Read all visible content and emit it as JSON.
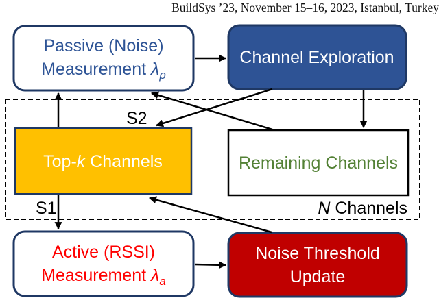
{
  "header": {
    "text": "BuildSys ’23, November 15–16, 2023, Istanbul, Turkey"
  },
  "colors": {
    "navy_border": "#1F3864",
    "blue_fill": "#2E5395",
    "blue_text": "#2E5496",
    "orange_fill": "#FFC000",
    "red_fill": "#C00000",
    "red_text": "#FF0000",
    "green_text": "#538135",
    "arrow_black": "#000000"
  },
  "nodes": {
    "passive": {
      "line1": "Passive (Noise)",
      "line2": "Measurement",
      "symbol": "λ",
      "subscript": "p"
    },
    "channel_exploration": {
      "label": "Channel Exploration"
    },
    "top_k": {
      "pre": "Top-",
      "italic": "k",
      "post": " Channels"
    },
    "remaining": {
      "label": "Remaining Channels"
    },
    "active": {
      "line1": "Active (RSSI)",
      "line2": "Measurement",
      "symbol": "λ",
      "subscript": "a"
    },
    "noise_update": {
      "line1": "Noise Threshold",
      "line2": "Update"
    }
  },
  "labels": {
    "s1": "S1",
    "s2": "S2",
    "n_italic": "N",
    "n_rest": " Channels"
  }
}
